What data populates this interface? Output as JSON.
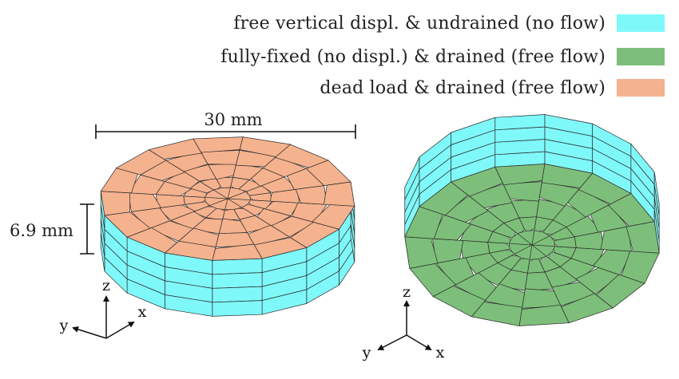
{
  "legend": [
    {
      "label": "free vertical displ. & undrained (no flow)",
      "color": "#7ff8fa"
    },
    {
      "label": "fully-fixed (no displ.) & drained (free flow)",
      "color": "#7dbf7a"
    },
    {
      "label": "dead load & drained (free flow)",
      "color": "#f5b28e"
    }
  ],
  "dimensions": {
    "diameter": "30 mm",
    "height": "6.9 mm"
  },
  "axes_left": {
    "z": "z",
    "x": "x",
    "y": "y"
  },
  "axes_right": {
    "z": "z",
    "x": "x",
    "y": "y"
  },
  "colors": {
    "cyan": "#7ff8fa",
    "green": "#7dbf7a",
    "orange": "#f5b28e",
    "mesh_line": "#2a2a2a"
  }
}
